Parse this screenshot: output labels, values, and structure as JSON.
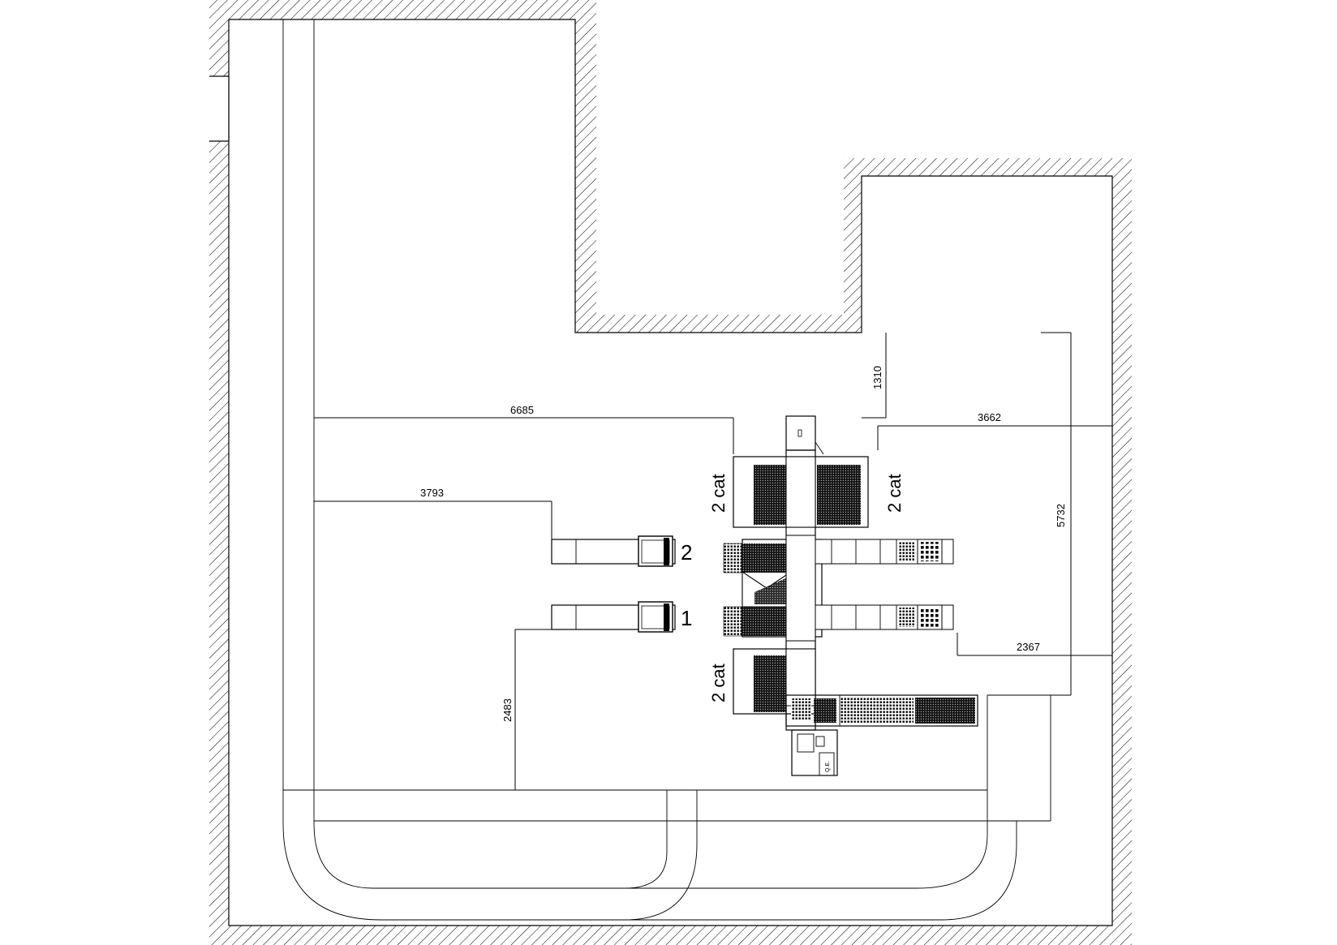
{
  "dimensions": {
    "d6685": "6685",
    "d3662": "3662",
    "d3793": "3793",
    "d1310": "1310",
    "d5732": "5732",
    "d2367": "2367",
    "d2483": "2483"
  },
  "labels": {
    "cat_upper_left": "2 cat",
    "cat_upper_right": "2 cat",
    "cat_lower_left": "2 cat",
    "lane_1": "1",
    "lane_2": "2",
    "qe": "Q.E."
  }
}
